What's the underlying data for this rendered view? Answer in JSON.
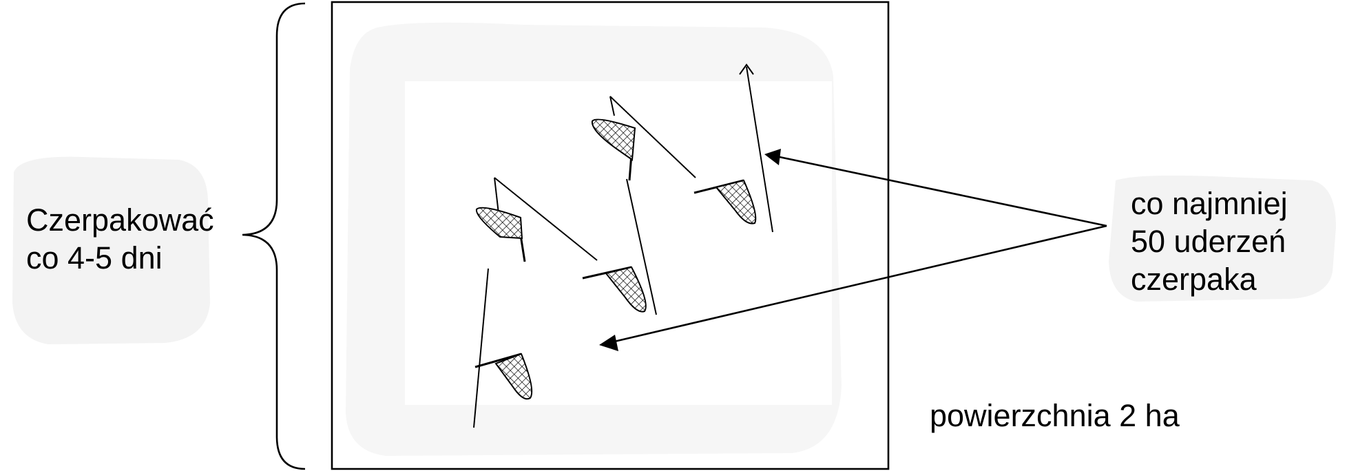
{
  "diagram": {
    "interval_label": [
      "Czerpakować",
      "co 4-5 dni"
    ],
    "sweeps_label": [
      "co najmniej",
      "50 uderzeń",
      "czerpaka"
    ],
    "area_label": "powierzchnia 2 ha",
    "field_shape": "square-plot",
    "path_shape": "zigzag-transect",
    "sweep_net_count": 5,
    "colors": {
      "stroke": "#000000",
      "background": "#ffffff",
      "smudge": "#f2f2f2"
    }
  }
}
